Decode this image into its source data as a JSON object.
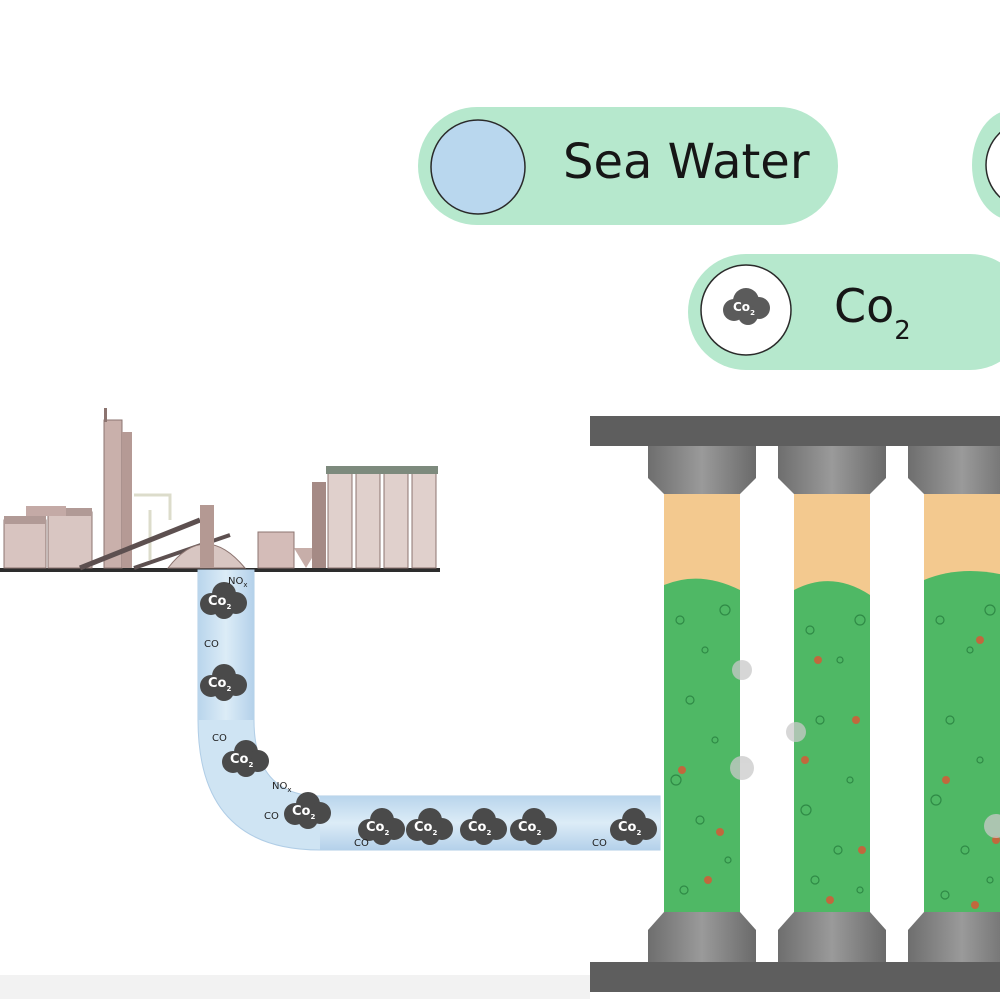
{
  "legend": {
    "sea_water_label": "Sea Water",
    "co2_label_main": "Co",
    "co2_label_sub": "2",
    "co2_icon_text_main": "Co",
    "co2_icon_text_sub": "2"
  },
  "pipe": {
    "gas_labels": {
      "co2_main": "Co",
      "co2_sub": "2",
      "co": "CO",
      "nox_main": "NO",
      "nox_sub": "x"
    }
  },
  "colors": {
    "pill_green": "#b6e8cd",
    "sea_water_blue": "#b9d7ee",
    "pipe_blue": "#cfe4f3",
    "cloud_gray": "#4a4a4a",
    "reactor_green": "#4fb865",
    "sand": "#f3c98f",
    "frame_gray": "#5e5e5e",
    "rust_dot": "#c1683d"
  },
  "icons": {
    "factory": "factory-icon",
    "co2_cloud": "co2-cloud-icon"
  }
}
